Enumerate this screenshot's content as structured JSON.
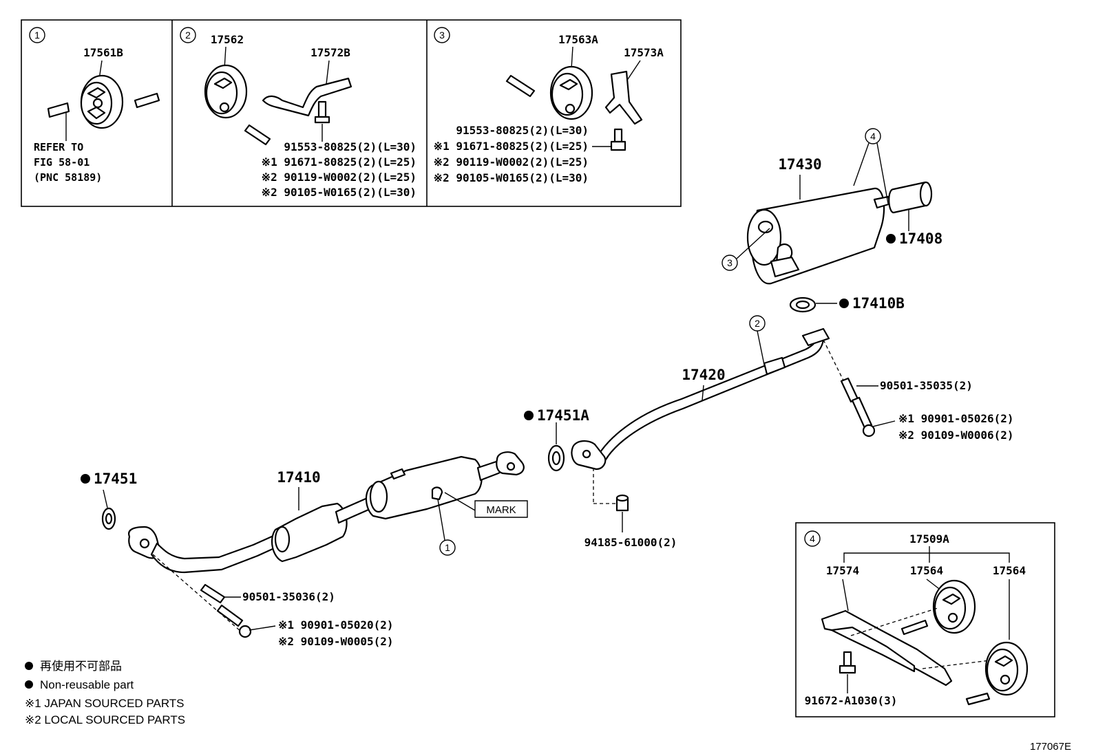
{
  "panel1": {
    "num": "1",
    "part": "17561B",
    "refer": [
      "REFER TO",
      "FIG 58-01",
      "(PNC 58189)"
    ]
  },
  "panel2": {
    "num": "2",
    "part_a": "17562",
    "part_b": "17572B",
    "bolts": [
      "91553-80825(2)(L=30)",
      "※1 91671-80825(2)(L=25)",
      "※2 90119-W0002(2)(L=25)",
      "※2 90105-W0165(2)(L=30)"
    ]
  },
  "panel3": {
    "num": "3",
    "part_a": "17563A",
    "part_b": "17573A",
    "bolts": [
      "91553-80825(2)(L=30)",
      "※1 91671-80825(2)(L=25)",
      "※2 90119-W0002(2)(L=25)",
      "※2 90105-W0165(2)(L=30)"
    ]
  },
  "panel4": {
    "num": "4",
    "set": "17509A",
    "p1": "17574",
    "p2": "17564",
    "p3": "17564",
    "bolt": "91672-A1030(3)"
  },
  "main": {
    "muffler": "17430",
    "tail_tip": "17408",
    "gasket_b": "17410B",
    "center_pipe": "17420",
    "spring_a": "90501-35035(2)",
    "bolt_a1": "※1 90901-05026(2)",
    "bolt_a2": "※2 90109-W0006(2)",
    "gasket_a": "17451A",
    "nut": "94185-61000(2)",
    "front_gasket": "17451",
    "front_pipe": "17410",
    "mark": "MARK",
    "spring_b": "90501-35036(2)",
    "bolt_b1": "※1 90901-05020(2)",
    "bolt_b2": "※2 90109-W0005(2)",
    "callout_4": "4",
    "callout_3": "3",
    "callout_2": "2",
    "callout_1": "1"
  },
  "legend": {
    "jp": "再使用不可部品",
    "en": "Non-reusable part",
    "japan": "※1 JAPAN SOURCED PARTS",
    "local": "※2 LOCAL SOURCED PARTS"
  },
  "figure_id": "177067E"
}
